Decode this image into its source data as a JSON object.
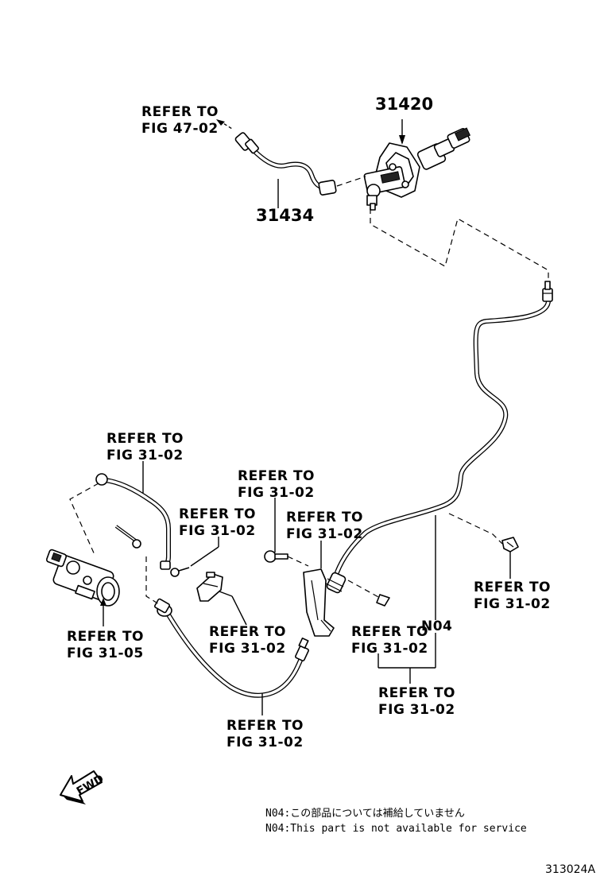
{
  "part_numbers": {
    "master_cylinder": "31420",
    "hose": "31434",
    "pipe_note": "N04"
  },
  "refer_labels": [
    {
      "id": "fig-47-02-top",
      "line1": "REFER TO",
      "line2": "FIG 47-02"
    },
    {
      "id": "fig-31-02-left-top",
      "line1": "REFER TO",
      "line2": "FIG 31-02"
    },
    {
      "id": "fig-31-02-mid-left",
      "line1": "REFER TO",
      "line2": "FIG 31-02"
    },
    {
      "id": "fig-31-02-bolt",
      "line1": "REFER TO",
      "line2": "FIG 31-02"
    },
    {
      "id": "fig-31-02-bracket",
      "line1": "REFER TO",
      "line2": "FIG 31-02"
    },
    {
      "id": "fig-31-02-clip-right",
      "line1": "REFER TO",
      "line2": "FIG 31-02"
    },
    {
      "id": "fig-31-05",
      "line1": "REFER TO",
      "line2": "FIG 31-05"
    },
    {
      "id": "fig-31-02-lower-mid",
      "line1": "REFER TO",
      "line2": "FIG 31-02"
    },
    {
      "id": "fig-31-02-center-right",
      "line1": "REFER TO",
      "line2": "FIG 31-02"
    },
    {
      "id": "fig-31-02-bottom-right",
      "line1": "REFER TO",
      "line2": "FIG 31-02"
    },
    {
      "id": "fig-31-02-bottom-hose",
      "line1": "REFER TO",
      "line2": "FIG 31-02"
    }
  ],
  "fwd_label": "FWD",
  "notes": {
    "jp": "N04:この部品については補給していません",
    "en": "N04:This part is not available for service"
  },
  "illustration_id": "313024A"
}
